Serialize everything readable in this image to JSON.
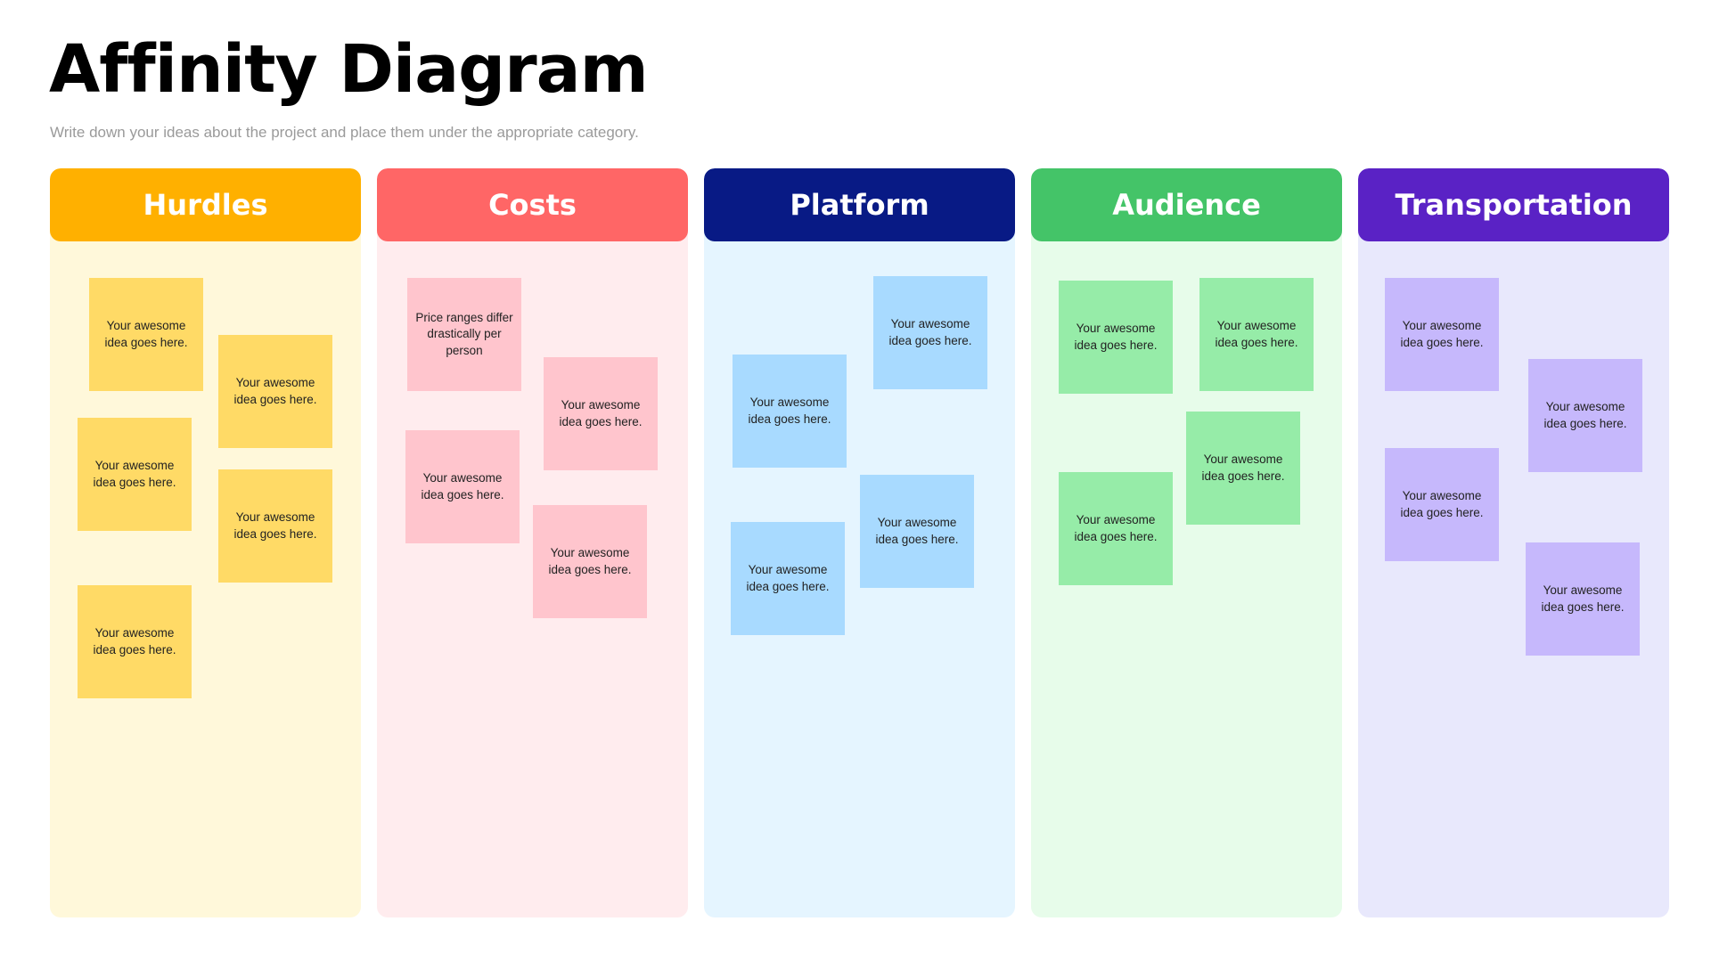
{
  "title": "Affinity Diagram",
  "subtitle": "Write down your ideas about the project and place them under the appropriate category.",
  "columns": [
    {
      "header": "Hurdles",
      "header_color": "#FFB000",
      "body_color": "#FFF8DA",
      "note_color": "#FFDA66",
      "notes": [
        "Your awesome idea goes here.",
        "Your awesome idea goes here.",
        "Your awesome idea goes here.",
        "Your awesome idea goes here.",
        "Your awesome idea goes here."
      ]
    },
    {
      "header": "Costs",
      "header_color": "#FF6666",
      "body_color": "#FFECEE",
      "note_color": "#FFC5CD",
      "notes": [
        "Price ranges differ drastically per person",
        "Your awesome idea goes here.",
        "Your awesome idea goes here.",
        "Your awesome idea goes here."
      ]
    },
    {
      "header": "Platform",
      "header_color": "#081A85",
      "body_color": "#E5F5FF",
      "note_color": "#A8DAFF",
      "notes": [
        "Your awesome idea goes here.",
        "Your awesome idea goes here.",
        "Your awesome idea goes here.",
        "Your awesome idea goes here."
      ]
    },
    {
      "header": "Audience",
      "header_color": "#44C468",
      "body_color": "#E7FCEA",
      "note_color": "#96ECA8",
      "notes": [
        "Your awesome idea goes here.",
        "Your awesome idea goes here.",
        "Your awesome idea goes here.",
        "Your awesome idea goes here."
      ]
    },
    {
      "header": "Transportation",
      "header_color": "#5A22C5",
      "body_color": "#E8E8FC",
      "note_color": "#C6B8FC",
      "notes": [
        "Your awesome idea goes here.",
        "Your awesome idea goes here.",
        "Your awesome idea goes here.",
        "Your awesome idea goes here."
      ]
    }
  ]
}
